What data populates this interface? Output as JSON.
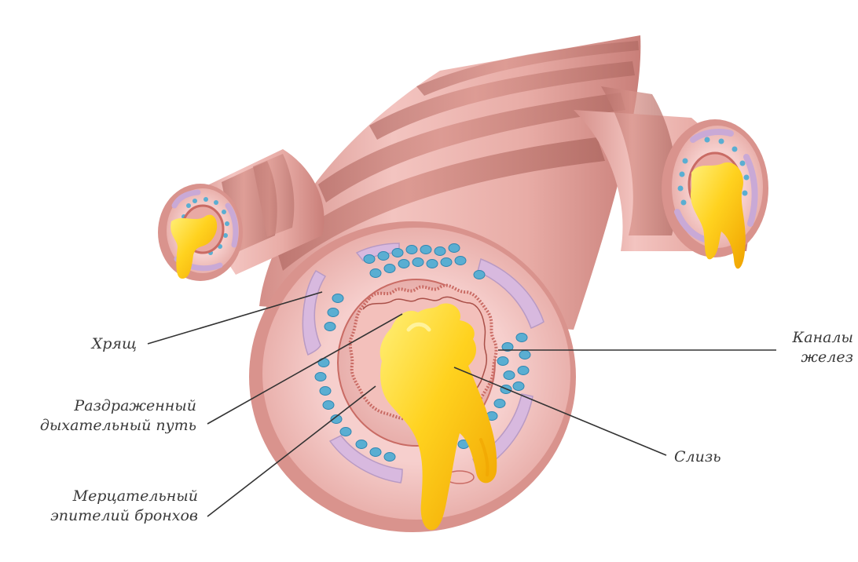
{
  "labels": {
    "cartilage": "Хрящ",
    "irritated_airway_line1": "Раздраженный",
    "irritated_airway_line2": "дыхательный путь",
    "ciliated_epithelium_line1": "Мерцательный",
    "ciliated_epithelium_line2": "эпителий бронхов",
    "gland_ducts_line1": "Каналы",
    "gland_ducts_line2": "желез",
    "mucus": "Слизь"
  },
  "colors": {
    "wall_outer": "#e9a9a5",
    "wall_ring": "#d98a82",
    "wall_shadow": "#c77d77",
    "tissue": "#f2c3c1",
    "cartilage": "#d8b9df",
    "glands": "#5aaed2",
    "epithelium": "#c96b64",
    "mucus": "#ffd21f",
    "mucus_shadow": "#f2a900",
    "leader_line": "#333333"
  }
}
